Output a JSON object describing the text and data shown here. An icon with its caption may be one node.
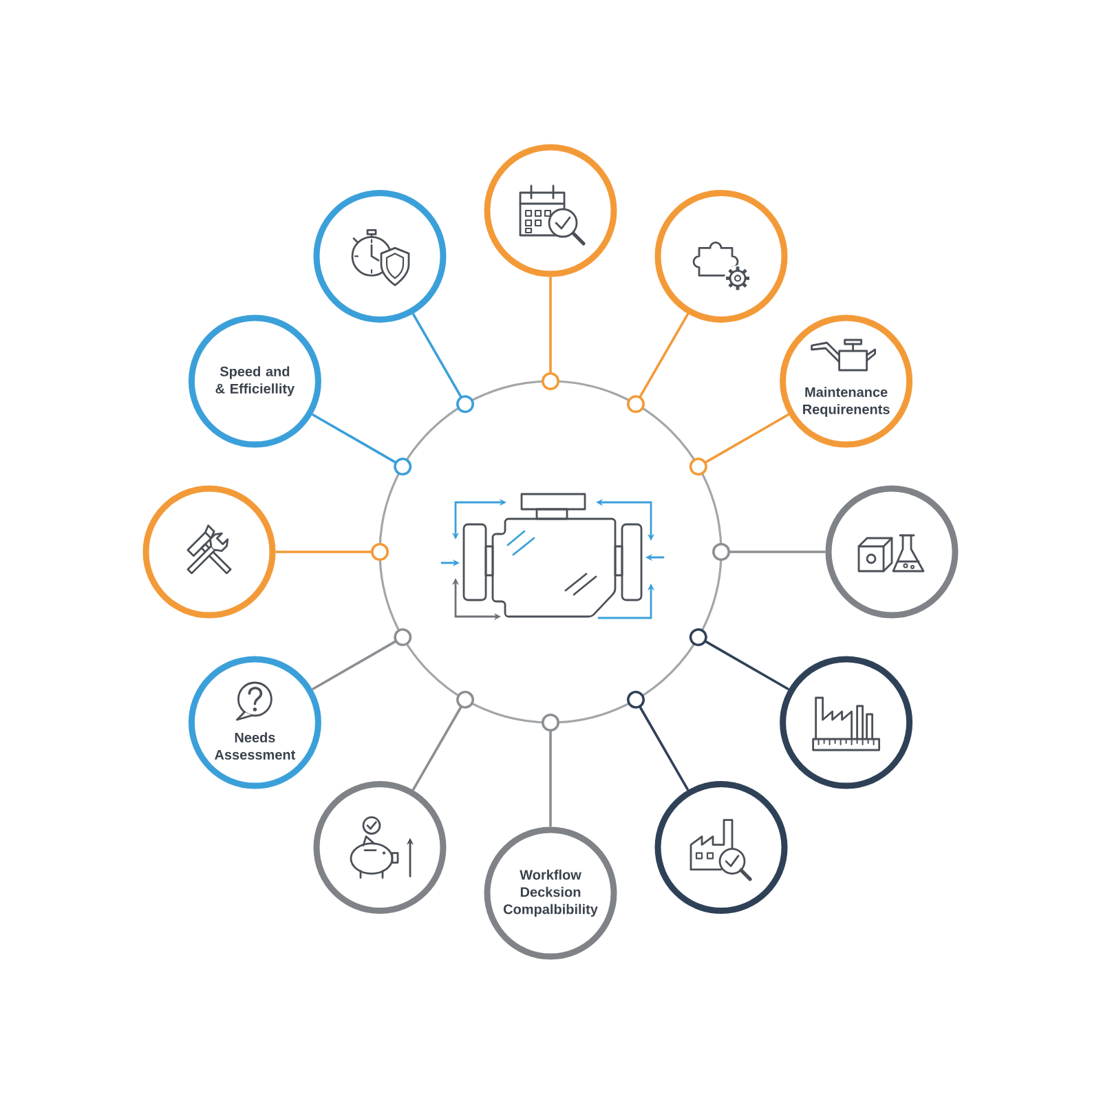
{
  "diagram": {
    "nodes": [
      {
        "text": [],
        "shape": "circle"
      },
      {
        "text": [],
        "shape": "circle"
      },
      {
        "text": [],
        "shape": "circle"
      },
      {
        "text": [
          "Maintenance Requirenents"
        ]
      },
      {
        "text": [],
        "shape": "circle"
      },
      {
        "text": [],
        "shape": "circle"
      },
      {
        "text": [],
        "shape": "circle"
      },
      {
        "text": [
          "Workflow Decksion Compalbibility"
        ]
      },
      {
        "text": [],
        "shape": "circle"
      },
      {
        "text": [
          "Needs Assessment"
        ]
      },
      {
        "text": [],
        "shape": "circle"
      },
      {
        "text": [
          "Speed and & Efficiellity"
        ]
      },
      {
        "text": [],
        "shape": "circle"
      }
    ],
    "edges": [
      {
        "from": 1,
        "to": 0,
        "arrow": "other"
      },
      {
        "from": 2,
        "to": 0,
        "arrow": "other"
      },
      {
        "from": 3,
        "to": 0,
        "arrow": "other"
      },
      {
        "from": 4,
        "to": 0,
        "arrow": "other",
        "color": "#8c8f93"
      },
      {
        "from": 5,
        "to": 0,
        "arrow": "other",
        "color": "#2f4157"
      },
      {
        "from": 6,
        "to": 0,
        "arrow": "other",
        "color": "#2f4157"
      },
      {
        "from": 7,
        "to": 0,
        "arrow": "other",
        "color": "#8c8f93"
      },
      {
        "from": 8,
        "to": 0,
        "arrow": "other",
        "color": "#8c8f93"
      },
      {
        "from": 9,
        "to": 0,
        "arrow": "other",
        "color": "#8c8f93"
      },
      {
        "from": 10,
        "to": 0,
        "arrow": "other"
      },
      {
        "from": 11,
        "to": 0,
        "arrow": "other",
        "color": "#3ba0d9"
      },
      {
        "from": 12,
        "to": 0,
        "arrow": "other",
        "color": "#3ba0d9"
      }
    ]
  }
}
